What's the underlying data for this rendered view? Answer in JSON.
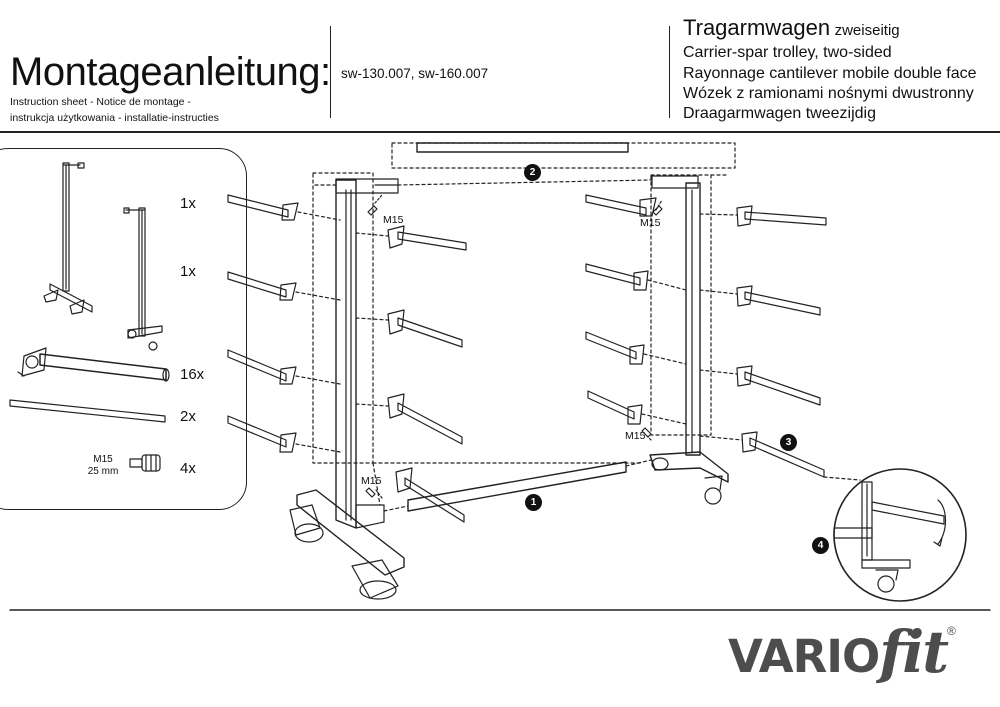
{
  "header": {
    "title": "Montageanleitung:",
    "subtitle_line1": "Instruction sheet - Notice de montage  -",
    "subtitle_line2": "instrukcja użytkowania - installatie-instructies",
    "product_codes": "sw-130.007, sw-160.007",
    "product_name_de": "Tragarmwagen",
    "product_name_de_suffix": "zweiseitig",
    "product_name_en": "Carrier-spar trolley, two-sided",
    "product_name_fr": "Rayonnage cantilever mobile double face",
    "product_name_pl": "Wózek z ramionami nośnymi dwustronny",
    "product_name_nl": "Draagarmwagen tweezijdig"
  },
  "parts": [
    {
      "icon": "upright-frame-with-stand-icon",
      "qty": "1x"
    },
    {
      "icon": "upright-frame-with-caster-icon",
      "qty": "1x"
    },
    {
      "icon": "carrier-arm-icon",
      "qty": "16x"
    },
    {
      "icon": "crossbar-tube-icon",
      "qty": "2x"
    },
    {
      "icon": "screw-icon",
      "qty": "4x",
      "spec_line1": "M15",
      "spec_line2": "25 mm"
    }
  ],
  "diagram": {
    "screw_labels": [
      "M15",
      "M15",
      "M15",
      "M15"
    ],
    "step_badges": [
      "1",
      "2",
      "3",
      "4"
    ]
  },
  "brand": {
    "vario": "VARIO",
    "fit": "fit",
    "registered": "®"
  },
  "colors": {
    "ink": "#111111",
    "logo_gray": "#4d4d4d"
  }
}
